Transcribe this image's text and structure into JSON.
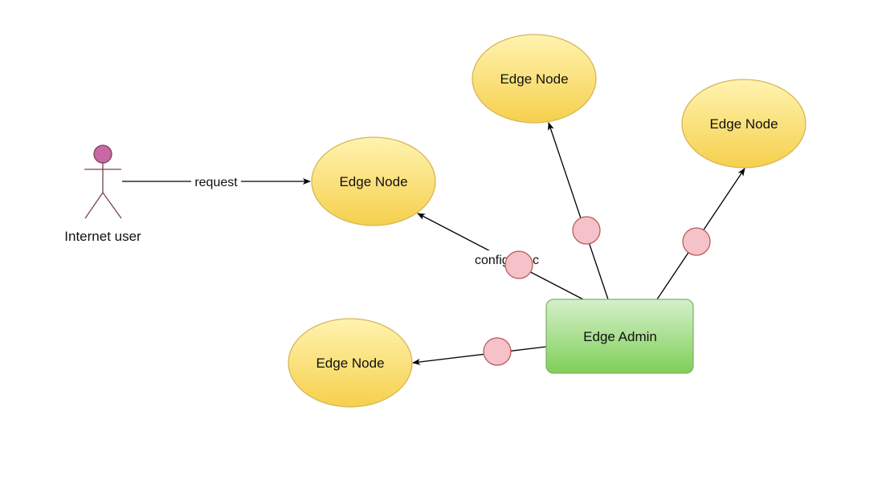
{
  "actor": {
    "label": "Internet user"
  },
  "nodes": {
    "node_left": {
      "label": "Edge Node"
    },
    "node_top": {
      "label": "Edge Node"
    },
    "node_right": {
      "label": "Edge Node"
    },
    "node_bottom": {
      "label": "Edge Node"
    },
    "admin": {
      "label": "Edge Admin"
    }
  },
  "edges": {
    "request": {
      "label": "request"
    },
    "config_sync": {
      "label": "config sync"
    }
  },
  "colors": {
    "node_fill_top": "#fff3b0",
    "node_fill_bottom": "#f6d04d",
    "node_stroke": "#d6b656",
    "admin_fill_top": "#d5f0cc",
    "admin_fill_bottom": "#7fcf56",
    "admin_stroke": "#82b366",
    "port_fill": "#f4c2c8",
    "port_stroke": "#b85450",
    "actor_head_fill": "#c869a6",
    "actor_stroke": "#7a4255",
    "edge_stroke": "#000000"
  }
}
